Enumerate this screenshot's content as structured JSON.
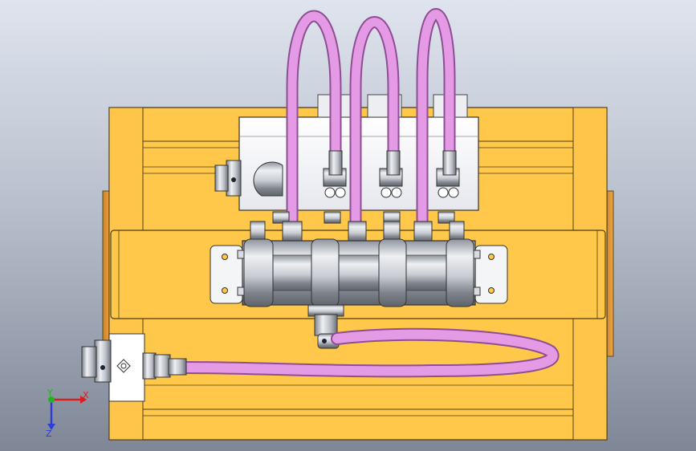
{
  "viewport": {
    "background_top": "#dfe4ee",
    "background_bottom": "#7f8797"
  },
  "colors": {
    "plate": "#ffc84a",
    "plate_edge": "#5a4a20",
    "plate_dark": "#f0b030",
    "block": "#f2f3f6",
    "steel": "#b8bcc4",
    "hose": "#e59ae6",
    "hose_dark": "#c06ac6"
  },
  "triad": {
    "x_label": "X",
    "y_label": "Y",
    "z_label": "Z",
    "x_color": "#d81e1e",
    "y_color": "#25b025",
    "z_color": "#2d3bd8"
  }
}
